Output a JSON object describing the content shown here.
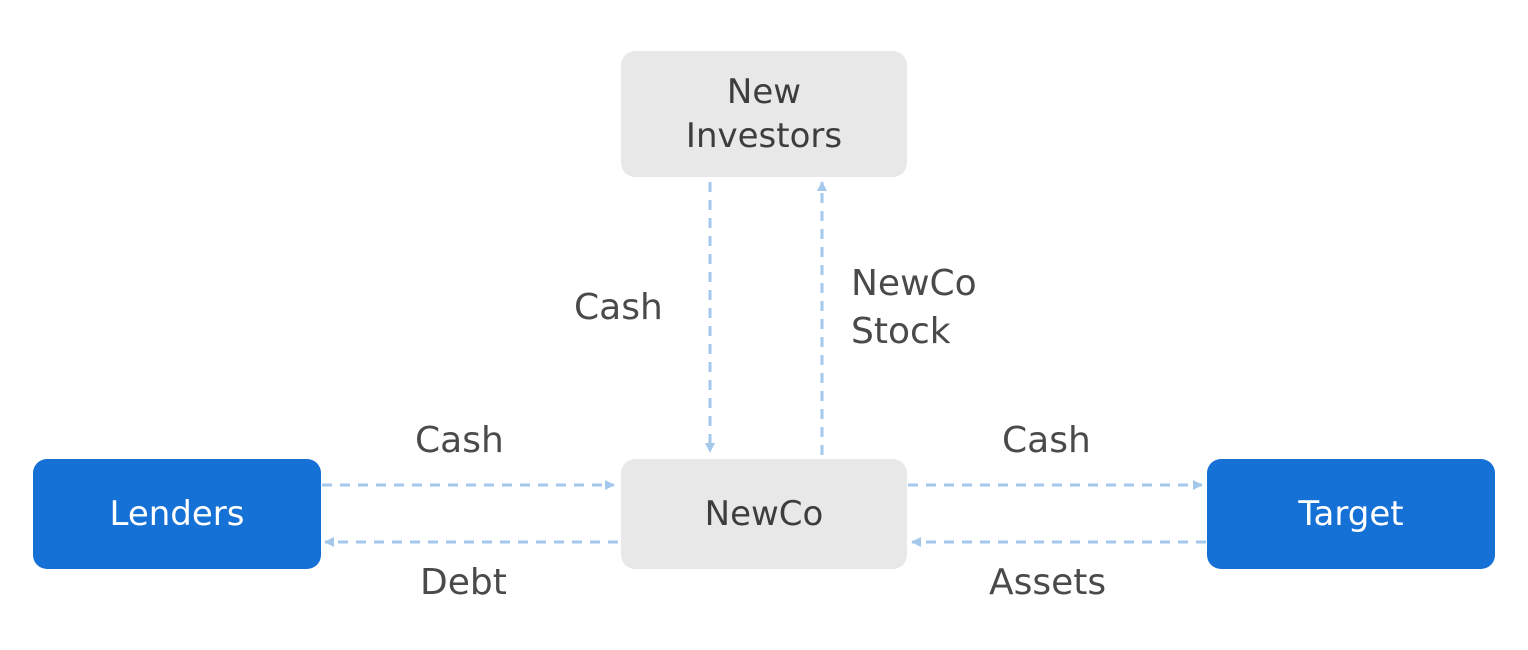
{
  "nodes": {
    "new_investors": "New\nInvestors",
    "newco": "NewCo",
    "lenders": "Lenders",
    "target": "Target"
  },
  "flows": {
    "investors_to_newco": "Cash",
    "newco_to_investors": "NewCo\nStock",
    "lenders_to_newco": "Cash",
    "newco_to_lenders": "Debt",
    "newco_to_target": "Cash",
    "target_to_newco": "Assets"
  },
  "colors": {
    "node_gray": "#e8e8e8",
    "node_blue": "#1671d6",
    "arrow": "#a3c8ec",
    "label_text": "#4a4a4a"
  }
}
